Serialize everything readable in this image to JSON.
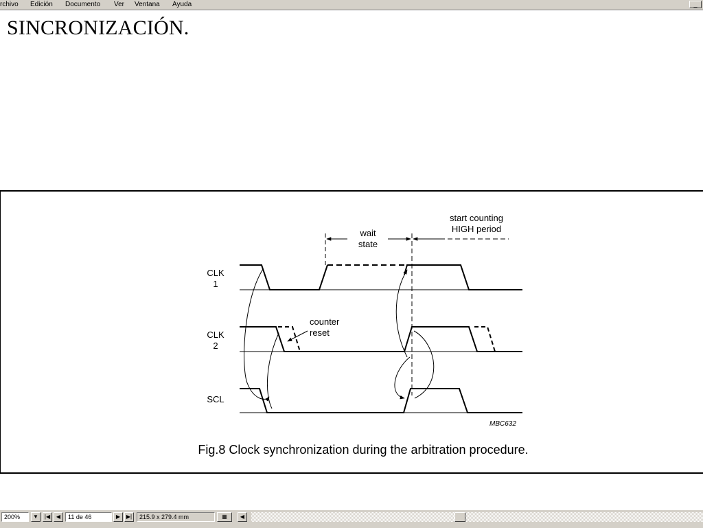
{
  "menu": {
    "items": [
      "rchivo",
      "Edición",
      "Documento",
      "Ver",
      "Ventana",
      "Ayuda"
    ],
    "window_button": "_"
  },
  "document": {
    "title": "SINCRONIZACIÓN."
  },
  "figure": {
    "annotations": {
      "wait_line1": "wait",
      "wait_line2": "state",
      "start_line1": "start counting",
      "start_line2": "HIGH period",
      "counter_line1": "counter",
      "counter_line2": "reset"
    },
    "signals": {
      "clk1_line1": "CLK",
      "clk1_line2": "1",
      "clk2_line1": "CLK",
      "clk2_line2": "2",
      "scl": "SCL"
    },
    "code": "MBC632",
    "caption": "Fig.8  Clock synchronization during the arbitration procedure."
  },
  "statusbar": {
    "zoom": "200%",
    "page": "11 de 46",
    "page_size": "215.9 x 279.4 mm",
    "first_icon": "first-page-icon",
    "prev_icon": "prev-page-icon",
    "next_icon": "next-page-icon",
    "last_icon": "last-page-icon"
  }
}
